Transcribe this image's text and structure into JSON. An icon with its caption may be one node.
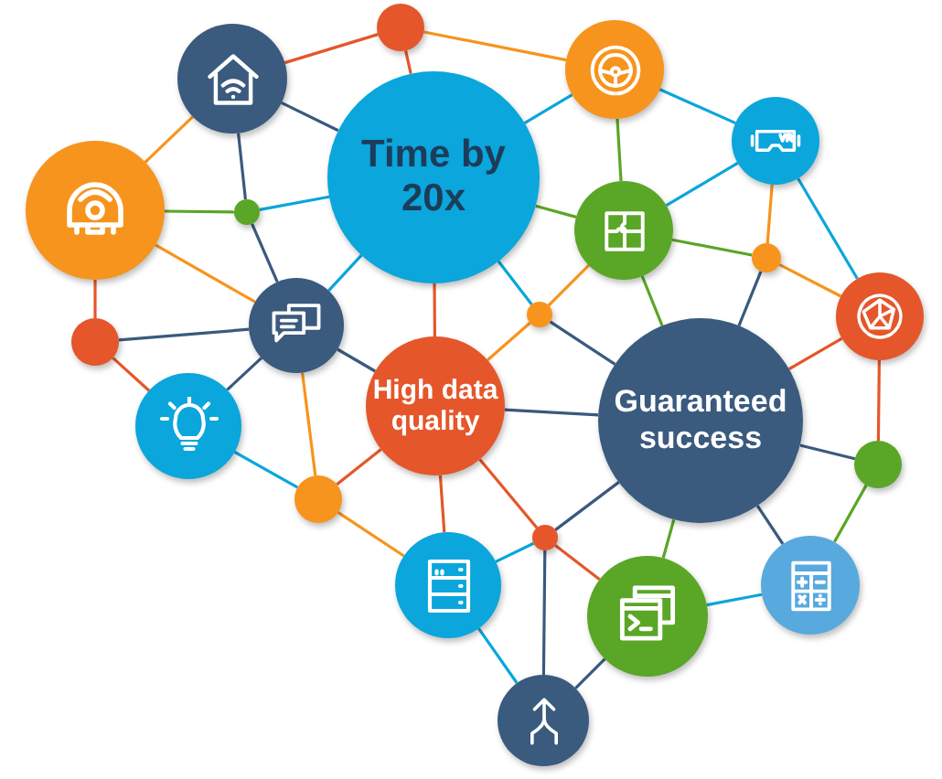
{
  "diagram": {
    "nodes": [
      {
        "text": [],
        "shape": "circle"
      },
      {
        "text": [],
        "shape": "circle"
      },
      {
        "text": [],
        "shape": "circle"
      },
      {
        "text": [],
        "shape": "circle"
      },
      {
        "text": [
          "Time by 20x"
        ]
      },
      {
        "text": [],
        "shape": "circle"
      },
      {
        "text": [],
        "shape": "circle"
      },
      {
        "text": [],
        "shape": "circle"
      },
      {
        "text": [],
        "shape": "circle"
      },
      {
        "text": [],
        "shape": "circle"
      },
      {
        "text": [],
        "shape": "circle"
      },
      {
        "text": [],
        "shape": "circle"
      },
      {
        "text": [],
        "shape": "circle"
      },
      {
        "text": [
          "High data quality"
        ]
      },
      {
        "text": [
          "Guaranteed success"
        ]
      },
      {
        "text": [],
        "shape": "circle"
      },
      {
        "text": [],
        "shape": "circle"
      },
      {
        "text": [],
        "shape": "circle"
      },
      {
        "text": [],
        "shape": "circle"
      },
      {
        "text": [],
        "shape": "circle"
      },
      {
        "text": [],
        "shape": "circle"
      },
      {
        "text": [],
        "shape": "circle"
      },
      {
        "text": [],
        "shape": "circle"
      }
    ],
    "edges": [
      {
        "from": 2,
        "to": 0,
        "arrow": "none",
        "color": "#e5562a"
      },
      {
        "from": 0,
        "to": 1,
        "arrow": "none",
        "color": "#f7941d"
      },
      {
        "from": 0,
        "to": 4,
        "arrow": "none",
        "color": "#e5562a"
      },
      {
        "from": 2,
        "to": 4,
        "arrow": "none"
      },
      {
        "from": 2,
        "to": 5,
        "arrow": "none",
        "color": "#f7941d"
      },
      {
        "from": 2,
        "to": 6,
        "arrow": "none"
      },
      {
        "from": 5,
        "to": 6,
        "arrow": "none",
        "color": "#5aa626"
      },
      {
        "from": 6,
        "to": 4,
        "arrow": "none",
        "color": "#0aa6dc"
      },
      {
        "from": 6,
        "to": 11,
        "arrow": "none"
      },
      {
        "from": 5,
        "to": 11,
        "arrow": "none",
        "color": "#f7941d"
      },
      {
        "from": 5,
        "to": 12,
        "arrow": "none",
        "color": "#e5562a"
      },
      {
        "from": 11,
        "to": 4,
        "arrow": "none",
        "color": "#0aa6dc"
      },
      {
        "from": 12,
        "to": 11,
        "arrow": "none"
      },
      {
        "from": 12,
        "to": 15,
        "arrow": "none",
        "color": "#e5562a"
      },
      {
        "from": 15,
        "to": 11,
        "arrow": "none"
      },
      {
        "from": 11,
        "to": 13,
        "arrow": "none"
      },
      {
        "from": 11,
        "to": 17,
        "arrow": "none",
        "color": "#f7941d"
      },
      {
        "from": 15,
        "to": 17,
        "arrow": "none",
        "color": "#0aa6dc"
      },
      {
        "from": 17,
        "to": 13,
        "arrow": "none",
        "color": "#e5562a"
      },
      {
        "from": 17,
        "to": 19,
        "arrow": "none",
        "color": "#f7941d"
      },
      {
        "from": 13,
        "to": 19,
        "arrow": "none",
        "color": "#e5562a"
      },
      {
        "from": 13,
        "to": 18,
        "arrow": "none",
        "color": "#e5562a"
      },
      {
        "from": 18,
        "to": 21,
        "arrow": "none",
        "color": "#e5562a"
      },
      {
        "from": 4,
        "to": 13,
        "arrow": "none",
        "color": "#e5562a"
      },
      {
        "from": 13,
        "to": 9,
        "arrow": "none",
        "color": "#f7941d"
      },
      {
        "from": 13,
        "to": 14,
        "arrow": "none"
      },
      {
        "from": 9,
        "to": 7,
        "arrow": "none",
        "color": "#f7941d"
      },
      {
        "from": 9,
        "to": 4,
        "arrow": "none",
        "color": "#0aa6dc"
      },
      {
        "from": 9,
        "to": 14,
        "arrow": "none"
      },
      {
        "from": 4,
        "to": 1,
        "arrow": "none",
        "color": "#0aa6dc"
      },
      {
        "from": 4,
        "to": 7,
        "arrow": "none",
        "color": "#5aa626"
      },
      {
        "from": 1,
        "to": 7,
        "arrow": "none",
        "color": "#5aa626"
      },
      {
        "from": 1,
        "to": 3,
        "arrow": "none",
        "color": "#0aa6dc"
      },
      {
        "from": 7,
        "to": 3,
        "arrow": "none",
        "color": "#0aa6dc"
      },
      {
        "from": 7,
        "to": 8,
        "arrow": "none",
        "color": "#5aa626"
      },
      {
        "from": 7,
        "to": 14,
        "arrow": "none",
        "color": "#5aa626"
      },
      {
        "from": 3,
        "to": 8,
        "arrow": "none",
        "color": "#f7941d"
      },
      {
        "from": 3,
        "to": 10,
        "arrow": "none",
        "color": "#0aa6dc"
      },
      {
        "from": 8,
        "to": 10,
        "arrow": "none",
        "color": "#f7941d"
      },
      {
        "from": 8,
        "to": 14,
        "arrow": "none"
      },
      {
        "from": 10,
        "to": 14,
        "arrow": "none",
        "color": "#e5562a"
      },
      {
        "from": 10,
        "to": 16,
        "arrow": "none",
        "color": "#e5562a"
      },
      {
        "from": 14,
        "to": 16,
        "arrow": "none"
      },
      {
        "from": 16,
        "to": 20,
        "arrow": "none",
        "color": "#5aa626"
      },
      {
        "from": 14,
        "to": 20,
        "arrow": "none"
      },
      {
        "from": 14,
        "to": 21,
        "arrow": "none",
        "color": "#5aa626"
      },
      {
        "from": 14,
        "to": 18,
        "arrow": "none"
      },
      {
        "from": 18,
        "to": 19,
        "arrow": "none",
        "color": "#0aa6dc"
      },
      {
        "from": 18,
        "to": 22,
        "arrow": "none"
      },
      {
        "from": 19,
        "to": 22,
        "arrow": "none",
        "color": "#0aa6dc"
      },
      {
        "from": 21,
        "to": 22,
        "arrow": "none"
      },
      {
        "from": 21,
        "to": 20,
        "arrow": "none",
        "color": "#0aa6dc"
      }
    ]
  }
}
